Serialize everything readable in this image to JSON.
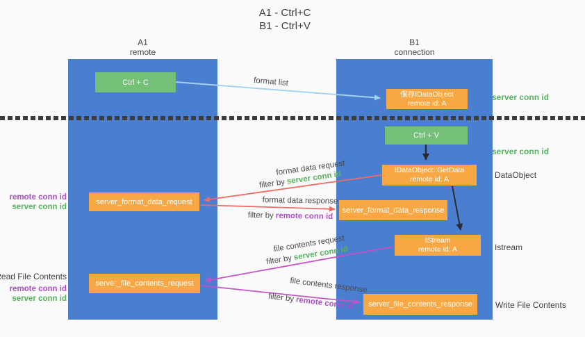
{
  "title": {
    "line1": "A1 - Ctrl+C",
    "line2": "B1 - Ctrl+V"
  },
  "columns": {
    "a1": {
      "name": "A1",
      "subtitle": "remote"
    },
    "b1": {
      "name": "B1",
      "subtitle": "connection"
    }
  },
  "nodes": {
    "ctrl_c": {
      "label": "Ctrl + C"
    },
    "save_idataobject": {
      "line1": "保存IDataObject",
      "line2": "remote id: A"
    },
    "ctrl_v": {
      "label": "Ctrl + V"
    },
    "getdata": {
      "line1": "IDataObject::GetData",
      "line2": "remote id: A"
    },
    "format_request": {
      "label": "server_format_data_request"
    },
    "format_response": {
      "label": "server_format_data_response"
    },
    "istream": {
      "line1": "IStream",
      "line2": "remote id: A"
    },
    "file_request": {
      "label": "server_file_contents_request"
    },
    "file_response": {
      "label": "server_file_contents_response"
    }
  },
  "arrows": {
    "format_list": {
      "label": "format list"
    },
    "format_data_request": {
      "label": "format data request",
      "filter_prefix": "filter by",
      "filter_key": "server conn id"
    },
    "format_data_response": {
      "label": "format data response",
      "filter_prefix": "filter by",
      "filter_key": "remote conn id"
    },
    "file_contents_request": {
      "label": "file contents request",
      "filter_prefix": "filter by",
      "filter_key": "server conn id"
    },
    "file_contents_response": {
      "label": "file contents response",
      "filter_prefix": "filter by",
      "filter_key": "remote conn id"
    }
  },
  "side_labels": {
    "server_conn_id_top": "server conn id",
    "server_conn_id_mid": "server conn id",
    "dataobject": "DataObject",
    "istream": "Istream",
    "write_file_contents": "Write File Contents",
    "read_file_contents": "Read File Contents",
    "format_group": {
      "remote": "remote conn id",
      "server": "server conn id"
    },
    "file_group": {
      "remote": "remote conn id",
      "server": "server conn id"
    }
  },
  "colors": {
    "column_blue": "#4a7ed0",
    "node_orange": "#f7a844",
    "button_green": "#75c078",
    "green_text": "#57b25e",
    "purple_text": "#ab4fc8",
    "red_arrow": "#ef6b63",
    "magenta_arrow": "#c553c5",
    "blue_arrow": "#a5d2f0",
    "black_arrow": "#2b2b2b"
  }
}
